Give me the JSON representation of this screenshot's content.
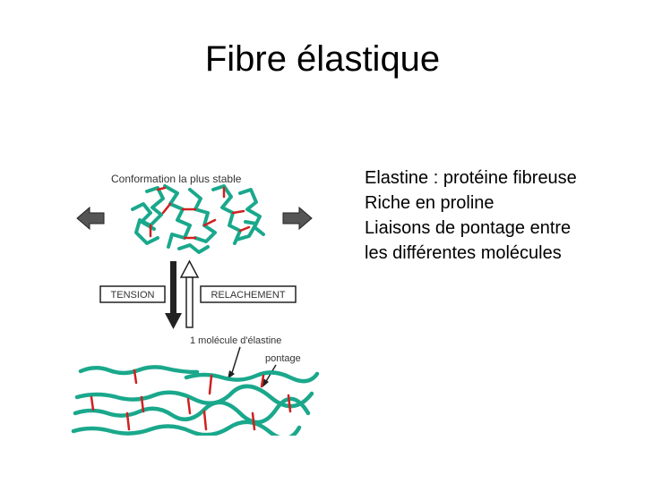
{
  "slide": {
    "title": "Fibre élastique",
    "bullets": [
      "Elastine : protéine fibreuse",
      "Riche en proline",
      "Liaisons de pontage entre",
      " les différentes molécules"
    ]
  },
  "diagram": {
    "stable_label": "Conformation la plus stable",
    "tension_label": "TENSION",
    "relax_label": "RELACHEMENT",
    "molecule_label": "1 molécule d'élastine",
    "crosslink_label": "pontage",
    "colors": {
      "fiber": "#1aa88c",
      "crosslink": "#d02020",
      "arrow_fill": "#555555"
    }
  }
}
